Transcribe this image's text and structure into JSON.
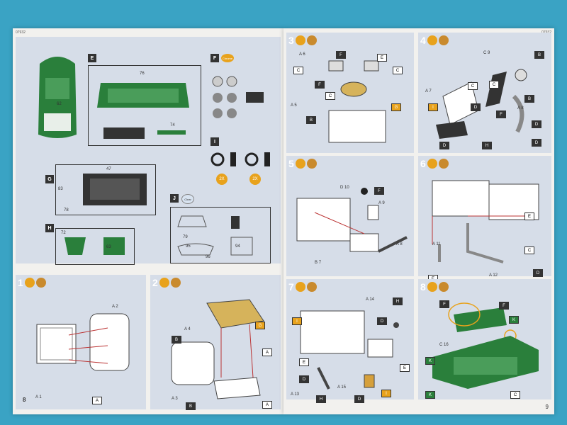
{
  "left_page": {
    "code": "07932",
    "page_number": "8",
    "sprue_labels": {
      "E": "E",
      "F": "F",
      "G": "G",
      "H": "H",
      "I": "I"
    },
    "chrome_label": "Chrome",
    "clear_label": "Clear",
    "times_2x": "2X",
    "parts": {
      "part62": "62",
      "part76": "76",
      "part74": "74",
      "part47": "47",
      "part83": "83",
      "part78": "78",
      "part72": "72",
      "part63": "63",
      "part95": "95",
      "part96": "96",
      "part79": "79",
      "part94": "94"
    },
    "steps": [
      {
        "num": "1",
        "callouts": [
          "A",
          "2",
          "A",
          "1",
          "A"
        ]
      },
      {
        "num": "2",
        "callouts": [
          "A",
          "4",
          "B",
          "G",
          "A",
          "A",
          "3",
          "B",
          "A"
        ]
      }
    ]
  },
  "right_page": {
    "code": "07932",
    "page_number": "9",
    "steps": [
      {
        "num": "3",
        "callouts": [
          "A",
          "6",
          "F",
          "C",
          "E",
          "F",
          "C",
          "C",
          "B",
          "A",
          "5",
          "G"
        ]
      },
      {
        "num": "4",
        "callouts": [
          "C",
          "9",
          "B",
          "A",
          "7",
          "C",
          "I",
          "D",
          "C",
          "D",
          "D",
          "H",
          "B",
          "F",
          "D",
          "A",
          "8"
        ]
      },
      {
        "num": "5",
        "callouts": [
          "D",
          "10",
          "F",
          "A",
          "9",
          "A",
          "8",
          "B",
          "7"
        ]
      },
      {
        "num": "6",
        "callouts": [
          "E",
          "A",
          "11",
          "C",
          "D",
          "E",
          "A",
          "12"
        ]
      },
      {
        "num": "7",
        "callouts": [
          "A",
          "14",
          "H",
          "I",
          "D",
          "E",
          "E",
          "D",
          "A",
          "13",
          "H",
          "A",
          "15",
          "D",
          "I"
        ]
      },
      {
        "num": "8",
        "callouts": [
          "F",
          "F",
          "K",
          "C",
          "16",
          "K",
          "K",
          "C"
        ]
      }
    ]
  },
  "colors": {
    "background": "#3aa3c4",
    "page": "#f2f1ee",
    "panel": "#d6dde8",
    "green": "#2a7f3b",
    "glue": "#e8a21c",
    "dark": "#333333"
  }
}
